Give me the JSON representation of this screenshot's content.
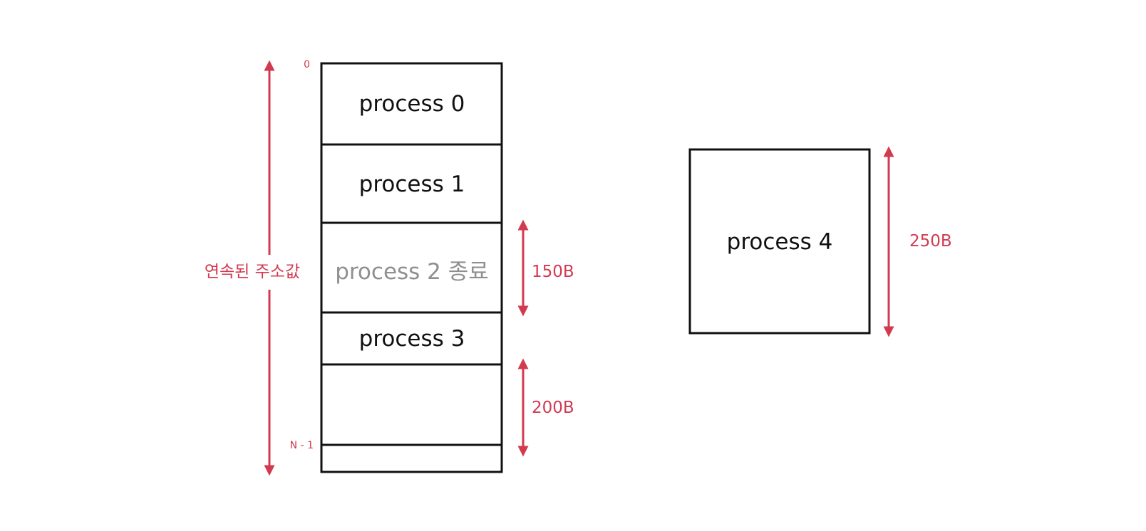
{
  "memory": {
    "address_start": "0",
    "address_end": "N - 1",
    "contiguous_label": "연속된 주소값",
    "blocks": [
      {
        "label": "process 0",
        "state": "running"
      },
      {
        "label": "process 1",
        "state": "running"
      },
      {
        "label": "process 2 종료",
        "state": "terminated",
        "free_size": "150B"
      },
      {
        "label": "process 3",
        "state": "running"
      },
      {
        "label": "",
        "state": "free",
        "free_size": "200B"
      }
    ]
  },
  "incoming_process": {
    "label": "process 4",
    "size": "250B"
  },
  "colors": {
    "accent": "#d23a4f",
    "border": "#111111",
    "terminated_text": "#8f8f8f"
  }
}
